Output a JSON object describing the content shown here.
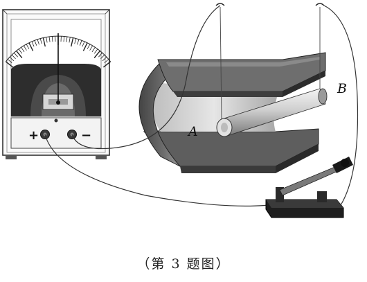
{
  "figure": {
    "caption": "（第 3 题图）",
    "rod_labels": {
      "left_end": "A",
      "right_end": "B"
    },
    "meter": {
      "terminal_positive": "+",
      "terminal_negative": "−",
      "icon": "galvanometer-icon"
    },
    "components": {
      "magnet": "horseshoe-magnet-icon",
      "rod": "metal-rod-icon",
      "switch": "knife-switch-icon"
    }
  }
}
